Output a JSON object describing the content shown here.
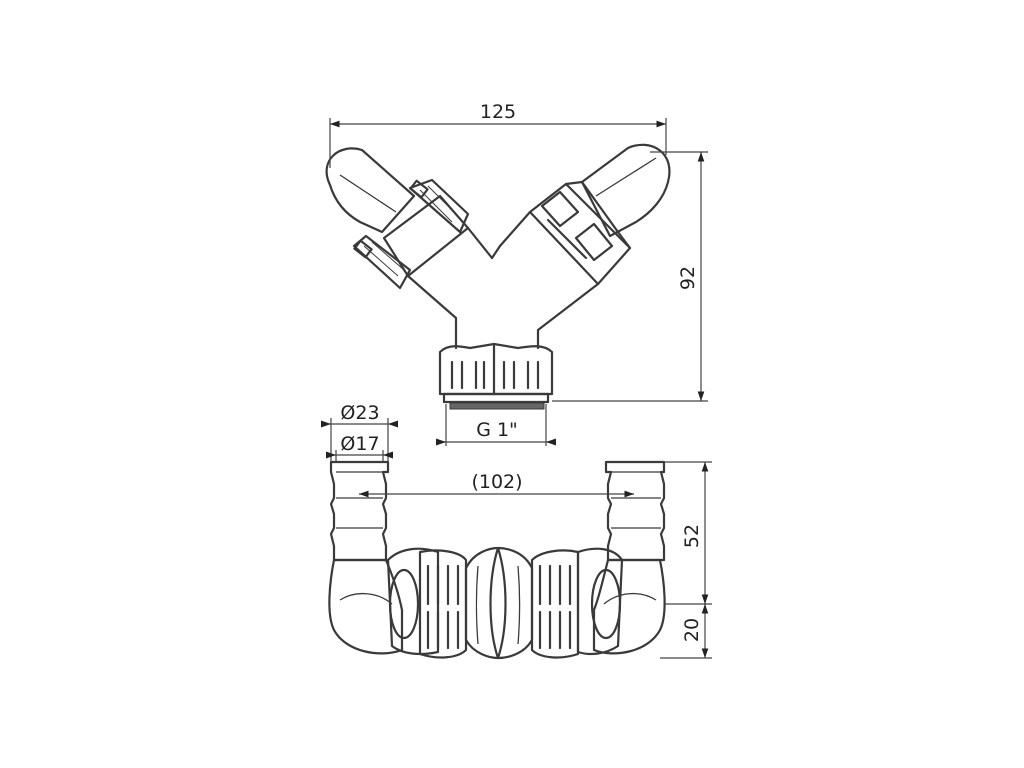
{
  "top_view": {
    "dimensions": {
      "width": "125",
      "height": "92",
      "thread": "G 1\""
    }
  },
  "bottom_view": {
    "dimensions": {
      "outer_diameter": "Ø23",
      "inner_diameter": "Ø17",
      "spacing": "(102)",
      "height_upper": "52",
      "height_lower": "20"
    }
  }
}
